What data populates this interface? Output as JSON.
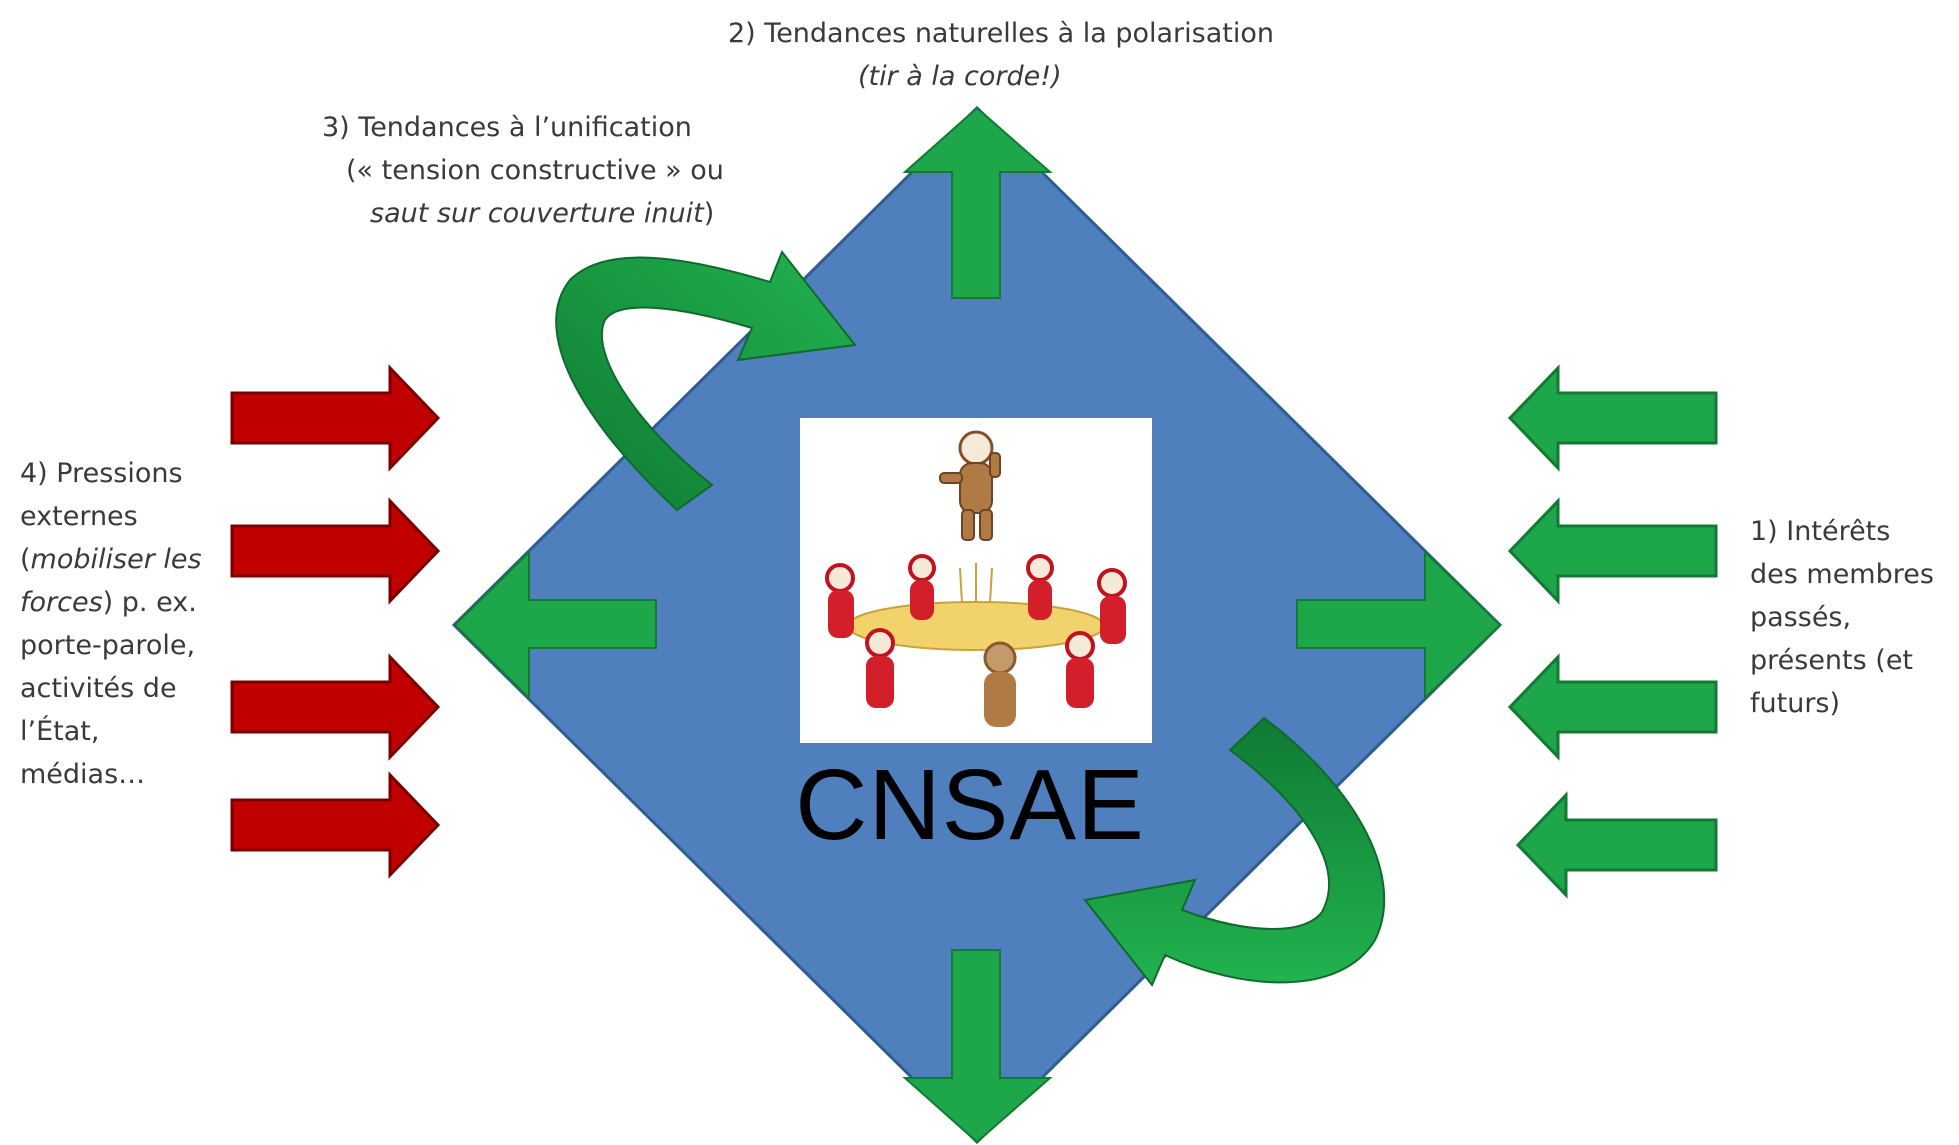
{
  "diagram": {
    "center_label": "CNSAE",
    "label1": {
      "lines": [
        "1) Intérêts",
        "des membres",
        "passés,",
        "présents (et",
        "futurs)"
      ]
    },
    "label2": {
      "line1": "2) Tendances naturelles à la polarisation",
      "line2": "(tir à la corde!)"
    },
    "label3": {
      "line1": "3) Tendances à l’unification",
      "line2": "(« tension constructive » ou",
      "line3_italic": "saut sur couverture inuit",
      "line3_end": ")"
    },
    "label4": {
      "l1": "4) Pressions",
      "l2": "externes",
      "l3_open": "(",
      "l3_italic": "mobiliser les",
      "l4_italic": "forces",
      "l4_rest": ") p. ex.",
      "l5": "porte-parole,",
      "l6": "activités de",
      "l7": "l’État,",
      "l8": "médias…"
    },
    "colors": {
      "diamond": "#4f7fbd",
      "diamond_border": "#2f5c92",
      "green_arrow": "#1da64a",
      "green_arrow_dark": "#127a33",
      "red_arrow": "#c00000",
      "red_arrow_border": "#7a0000"
    }
  }
}
